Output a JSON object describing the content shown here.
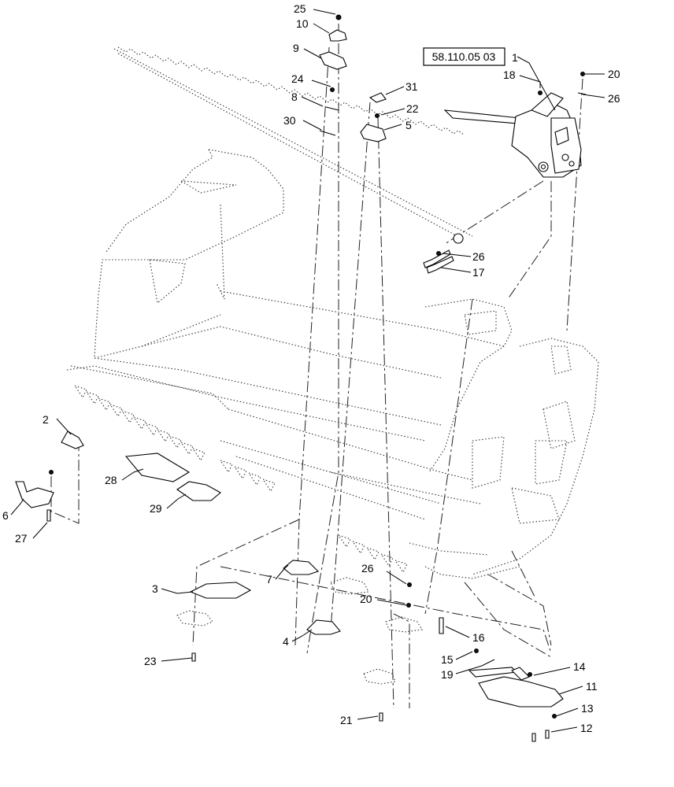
{
  "reference_box": "58.110.05 03",
  "callouts": [
    {
      "text": "1"
    },
    {
      "text": "2"
    },
    {
      "text": "3"
    },
    {
      "text": "4"
    },
    {
      "text": "5"
    },
    {
      "text": "6"
    },
    {
      "text": "7"
    },
    {
      "text": "8"
    },
    {
      "text": "9"
    },
    {
      "text": "10"
    },
    {
      "text": "11"
    },
    {
      "text": "12"
    },
    {
      "text": "13"
    },
    {
      "text": "14"
    },
    {
      "text": "15"
    },
    {
      "text": "16"
    },
    {
      "text": "17"
    },
    {
      "text": "18"
    },
    {
      "text": "19"
    },
    {
      "text": "20"
    },
    {
      "text": "20"
    },
    {
      "text": "21"
    },
    {
      "text": "22"
    },
    {
      "text": "23"
    },
    {
      "text": "24"
    },
    {
      "text": "25"
    },
    {
      "text": "26"
    },
    {
      "text": "26"
    },
    {
      "text": "26"
    },
    {
      "text": "27"
    },
    {
      "text": "28"
    },
    {
      "text": "29"
    },
    {
      "text": "30"
    },
    {
      "text": "31"
    }
  ]
}
